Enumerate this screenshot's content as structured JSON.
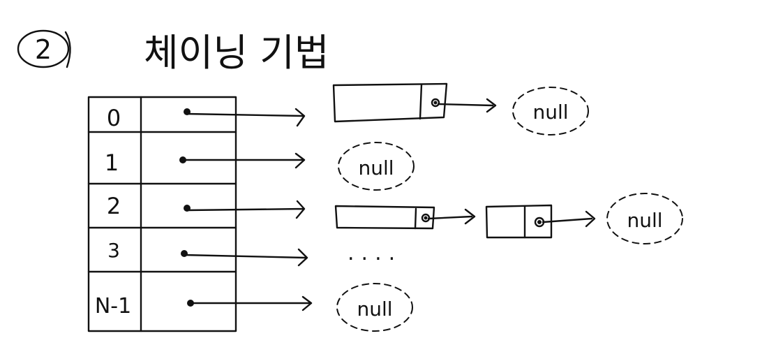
{
  "title": {
    "number": "2",
    "text": "체이닝 기법"
  },
  "table": {
    "rows": [
      {
        "index": "0"
      },
      {
        "index": "1"
      },
      {
        "index": "2"
      },
      {
        "index": "3"
      },
      {
        "index": "N-1"
      }
    ]
  },
  "chains": {
    "null_label": "null",
    "row_3_ellipsis": "...."
  }
}
